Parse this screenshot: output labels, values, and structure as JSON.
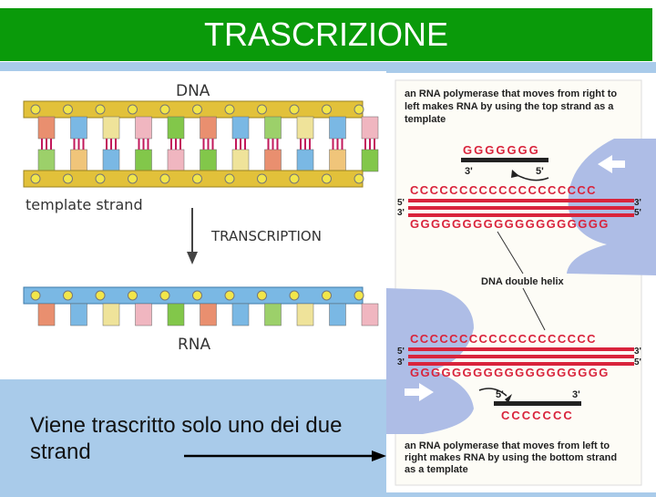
{
  "title": "TRASCRIZIONE",
  "left_figure": {
    "dna_label": "DNA",
    "template_label": "template strand",
    "process_label": "TRANSCRIPTION",
    "rna_label": "RNA"
  },
  "caption": "Viene trascritto solo uno dei due strand",
  "right_figure": {
    "top_text_line1": "an RNA polymerase that moves from right to",
    "top_text_line2": "left makes RNA by using the top strand as a",
    "top_text_line3": "template",
    "rna_top_seq": "GGGGGGG",
    "rna_top_3": "3'",
    "rna_top_5": "5'",
    "top_c_strand": "CCCCCCCCCCCCCCCCCCC",
    "top_g_strand": "GGGGGGGGGGGGGGGGGGG",
    "label_5p_a": "5'",
    "label_3p_a": "3'",
    "label_3p_b": "3'",
    "label_5p_b": "5'",
    "helix_label": "DNA double helix",
    "bot_c_strand": "CCCCCCCCCCCCCCCCCCC",
    "bot_g_strand": "GGGGGGGGGGGGGGGGGGG",
    "label_5p_c": "5'",
    "label_3p_c": "3'",
    "label_3p_d": "3'",
    "label_5p_d": "5'",
    "rna_bot_5": "5'",
    "rna_bot_3": "3'",
    "rna_bot_seq": "CCCCCCC",
    "bottom_text_line1": "an RNA polymerase that moves from left to",
    "bottom_text_line2": "right makes RNA by using the bottom strand",
    "bottom_text_line3": "as a template"
  },
  "colors": {
    "title_bg": "#0a9a0a",
    "backbone_yellow": "#e2c13a",
    "backbone_blue": "#7ab8e4",
    "polymerase": "#aebde6",
    "strand_red": "#d9243c"
  }
}
